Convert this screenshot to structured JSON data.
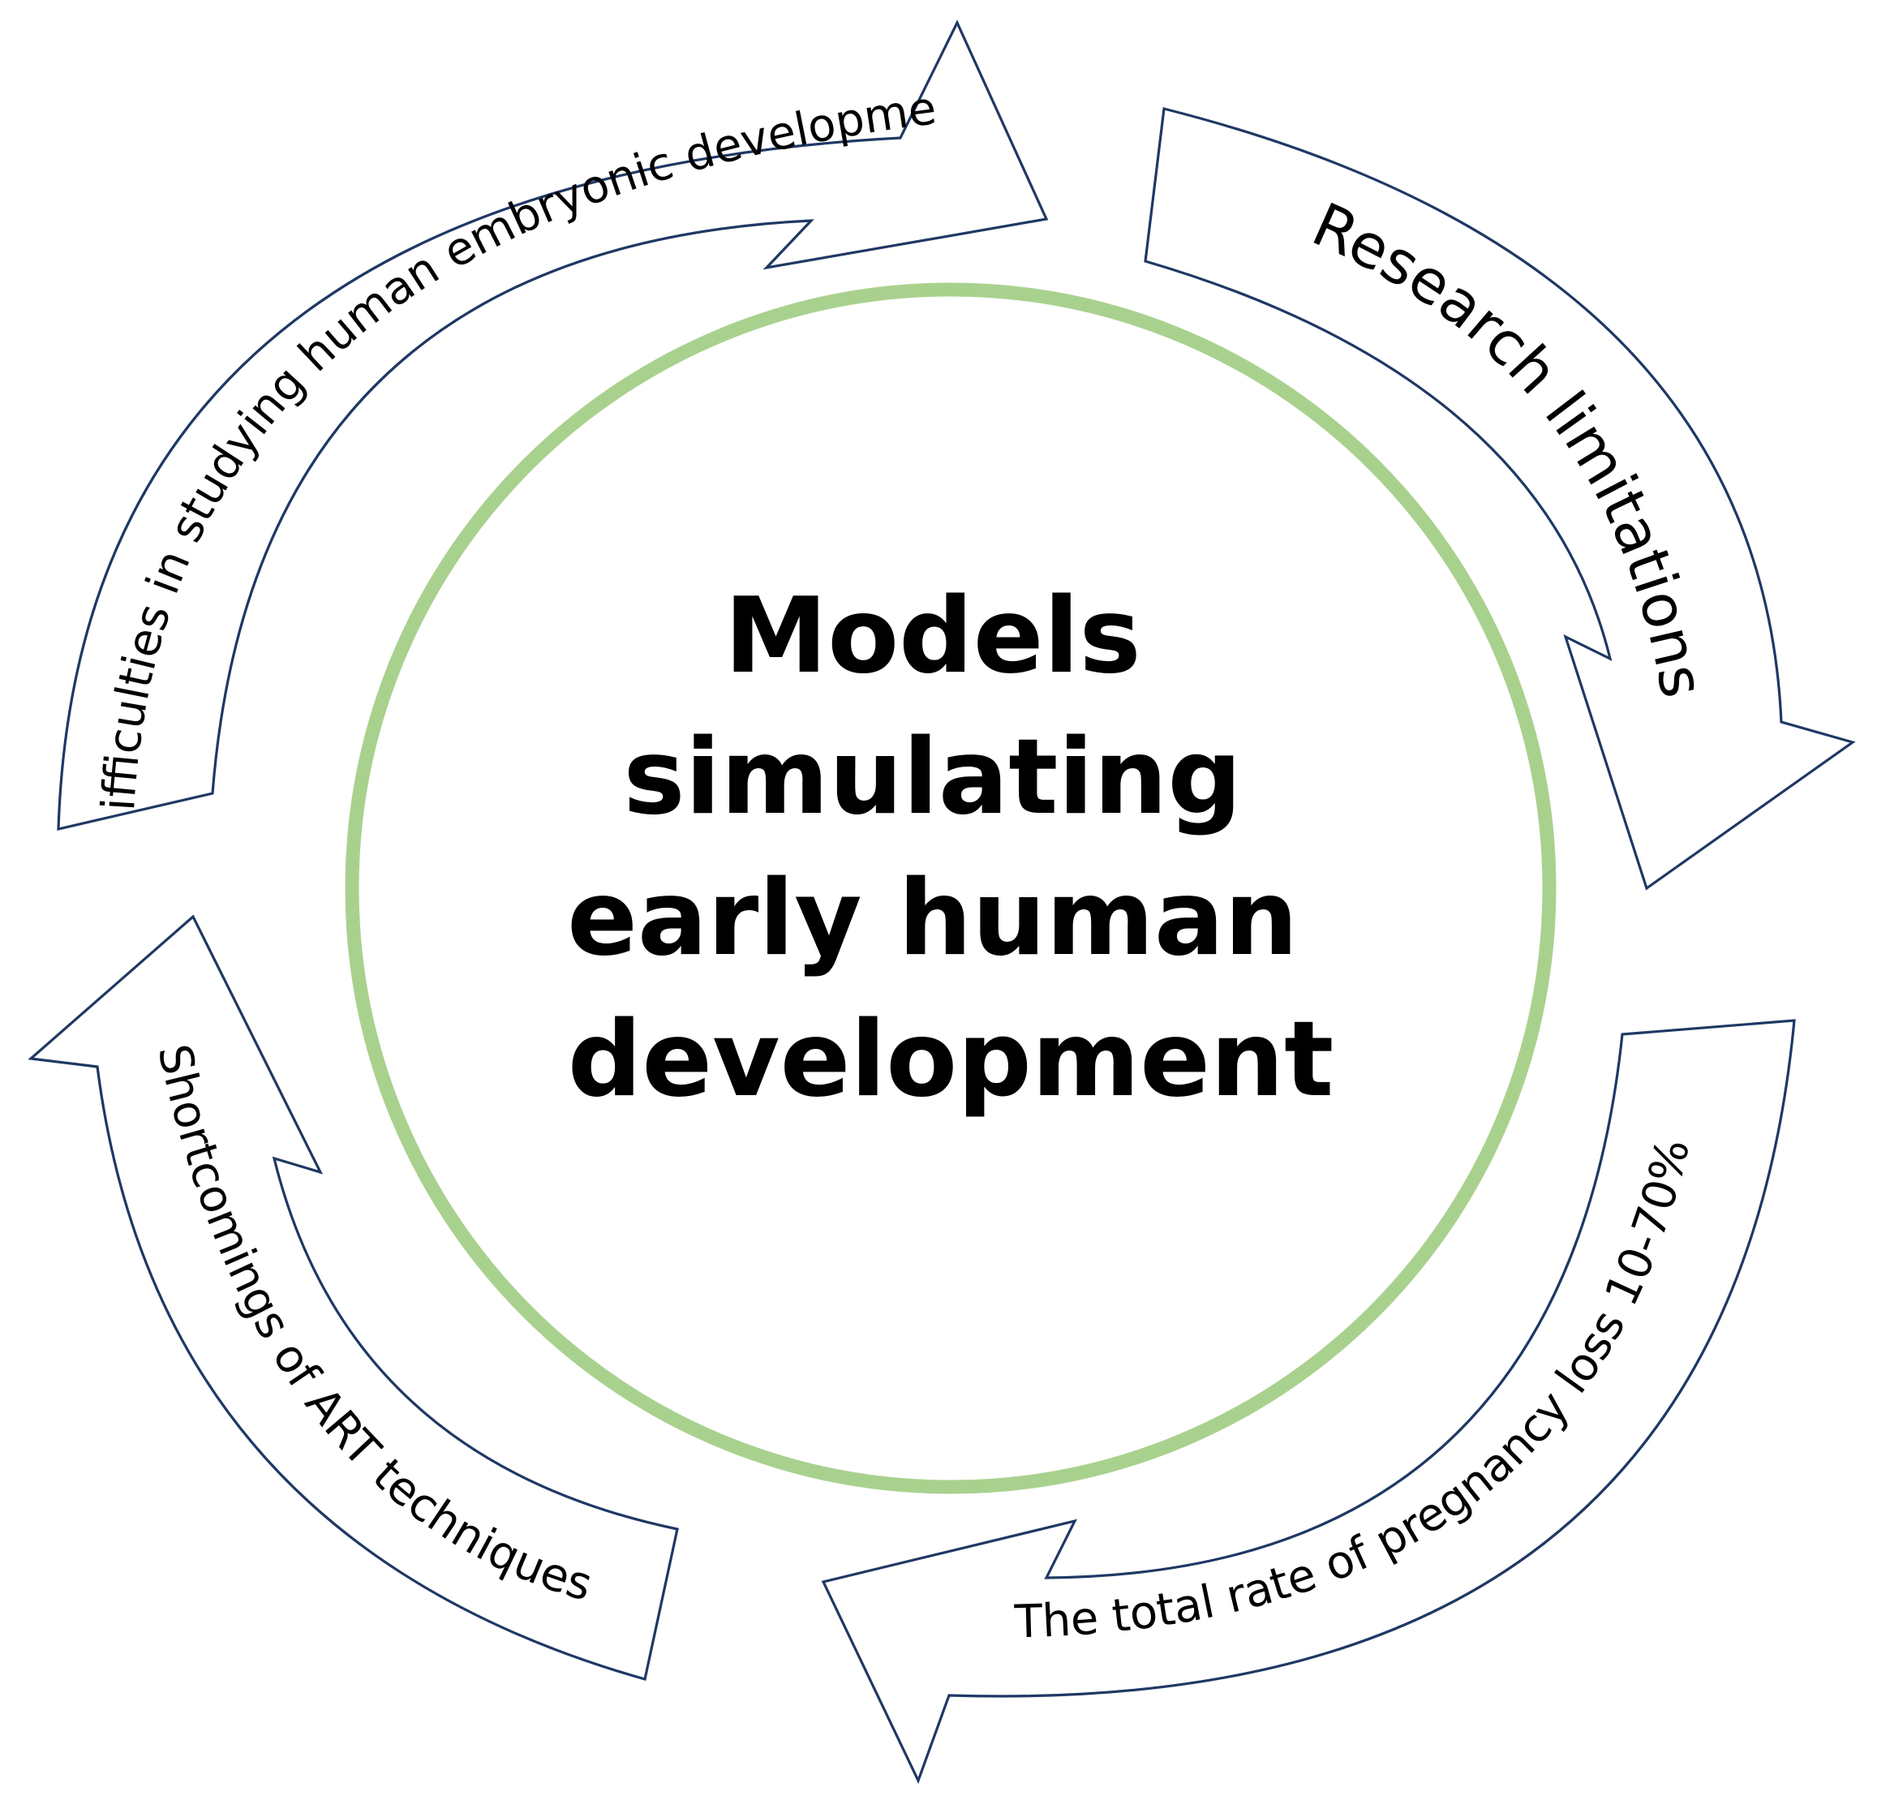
{
  "center": {
    "lines": [
      "Models",
      "simulating",
      "early human",
      "development"
    ]
  },
  "arrows": {
    "top_left": {
      "label": "Difficulties in studying human embryonic development"
    },
    "top_right": {
      "label": "Research limitations"
    },
    "bottom_right": {
      "label": "The total rate of pregnancy loss 10-70%"
    },
    "bottom_left": {
      "label": "Shortcomings of ART techniques"
    }
  },
  "colors": {
    "center_ring": "#a9d18e",
    "arrow_outline": "#1f3864",
    "text": "#000000"
  }
}
